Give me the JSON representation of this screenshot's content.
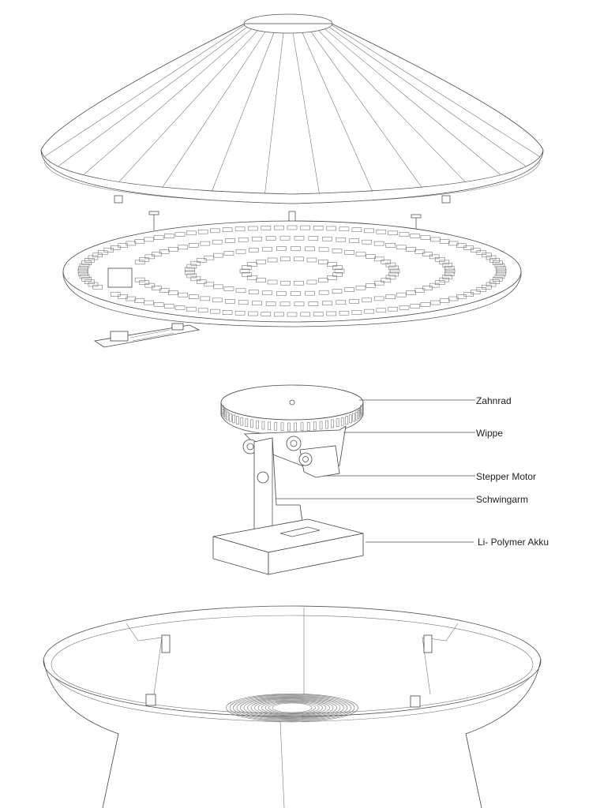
{
  "labels": {
    "zahnrad": "Zahnrad",
    "wippe": "Wippe",
    "stepper_motor": "Stepper Motor",
    "schwingarm": "Schwingarm",
    "akku": "Li- Polymer Akku"
  },
  "colors": {
    "line": "#444444",
    "background": "#ffffff"
  }
}
